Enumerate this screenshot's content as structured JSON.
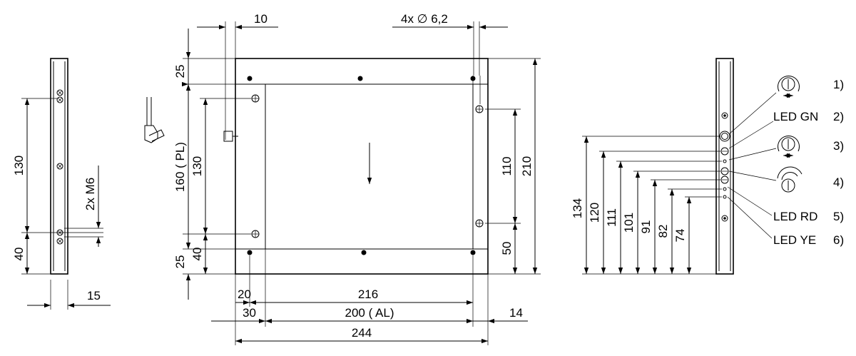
{
  "dimensions": {
    "mount_hole_dia": "4x ∅ 6,2",
    "mount_hole_offset": "10",
    "top_margin": "25",
    "pl": "160  ( PL)",
    "inner_130": "130",
    "inner_40": "40",
    "bottom_margin": "25",
    "right_110": "110",
    "right_210": "210",
    "right_50": "50",
    "bottom_20": "20",
    "bottom_216": "216",
    "bottom_30": "30",
    "bottom_al": "200  ( AL)",
    "bottom_14": "14",
    "bottom_244": "244",
    "side_130": "130",
    "side_40": "40",
    "side_m6": "2x M6",
    "side_15": "15",
    "conn_134": "134",
    "conn_120": "120",
    "conn_111": "111",
    "conn_101": "101",
    "conn_91": "91",
    "conn_82": "82",
    "conn_74": "74"
  },
  "legend": [
    {
      "label": "",
      "num": "1)",
      "icon": "potentiometer-icon"
    },
    {
      "label": "LED GN",
      "num": "2)"
    },
    {
      "label": "",
      "num": "3)",
      "icon": "potentiometer-icon"
    },
    {
      "label": "",
      "num": "4)",
      "icon": "potentiometer-icon"
    },
    {
      "label": "LED RD",
      "num": "5)"
    },
    {
      "label": "LED YE",
      "num": "6)"
    }
  ]
}
